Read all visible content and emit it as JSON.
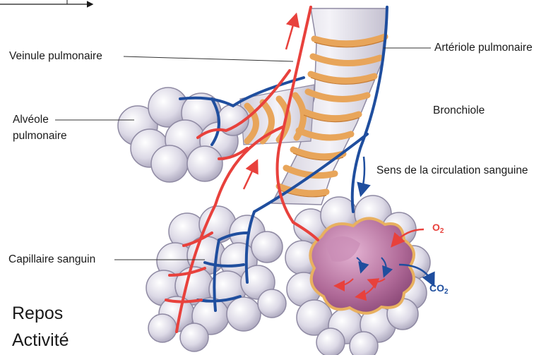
{
  "labels": {
    "veinule": "Veinule pulmonaire",
    "arteriole": "Artériole pulmonaire",
    "alveole_line1": "Alvéole",
    "alveole_line2": "pulmonaire",
    "bronchiole": "Bronchiole",
    "sens": "Sens de la circulation sanguine",
    "capillaire": "Capillaire sanguin"
  },
  "gases": {
    "o2_main": "O",
    "o2_sub": "2",
    "co2_main": "CO",
    "co2_sub": "2"
  },
  "states": {
    "repos": "Repos",
    "activite": "Activité"
  },
  "colors": {
    "veinule_red": "#e8413c",
    "arteriole_blue": "#1f4e9e",
    "bronchiole_orange": "#e8a55a",
    "alveole_lavender": "#d9d6e4",
    "section_magenta": "#b06a98",
    "o2_color": "#e8413c",
    "co2_color": "#1f4e9e"
  }
}
